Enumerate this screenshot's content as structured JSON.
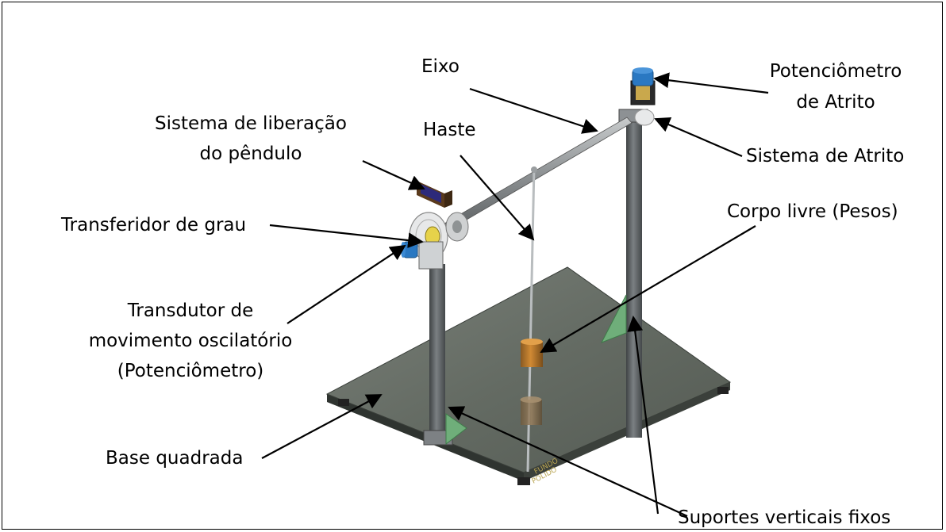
{
  "labels": {
    "eixo": "Eixo",
    "potenciometro_atrito_l1": "Potenciômetro",
    "potenciometro_atrito_l2": "de Atrito",
    "sistema_atrito": "Sistema de Atrito",
    "sistema_liberacao_l1": "Sistema de liberação",
    "sistema_liberacao_l2": "do pêndulo",
    "haste": "Haste",
    "transferidor": "Transferidor de grau",
    "corpo_livre": "Corpo livre (Pesos)",
    "transdutor_l1": "Transdutor de",
    "transdutor_l2": "movimento oscilatório",
    "transdutor_l3": "(Potenciômetro)",
    "base": "Base quadrada",
    "suportes": "Suportes verticais fixos"
  },
  "colors": {
    "base_top": "#5f665e",
    "base_edge": "#2f3430",
    "column": "#5a5e60",
    "gusset": "#6fae7a",
    "weight": "#b2742c",
    "blue_part": "#2a78c2",
    "arrow": "#000000"
  }
}
